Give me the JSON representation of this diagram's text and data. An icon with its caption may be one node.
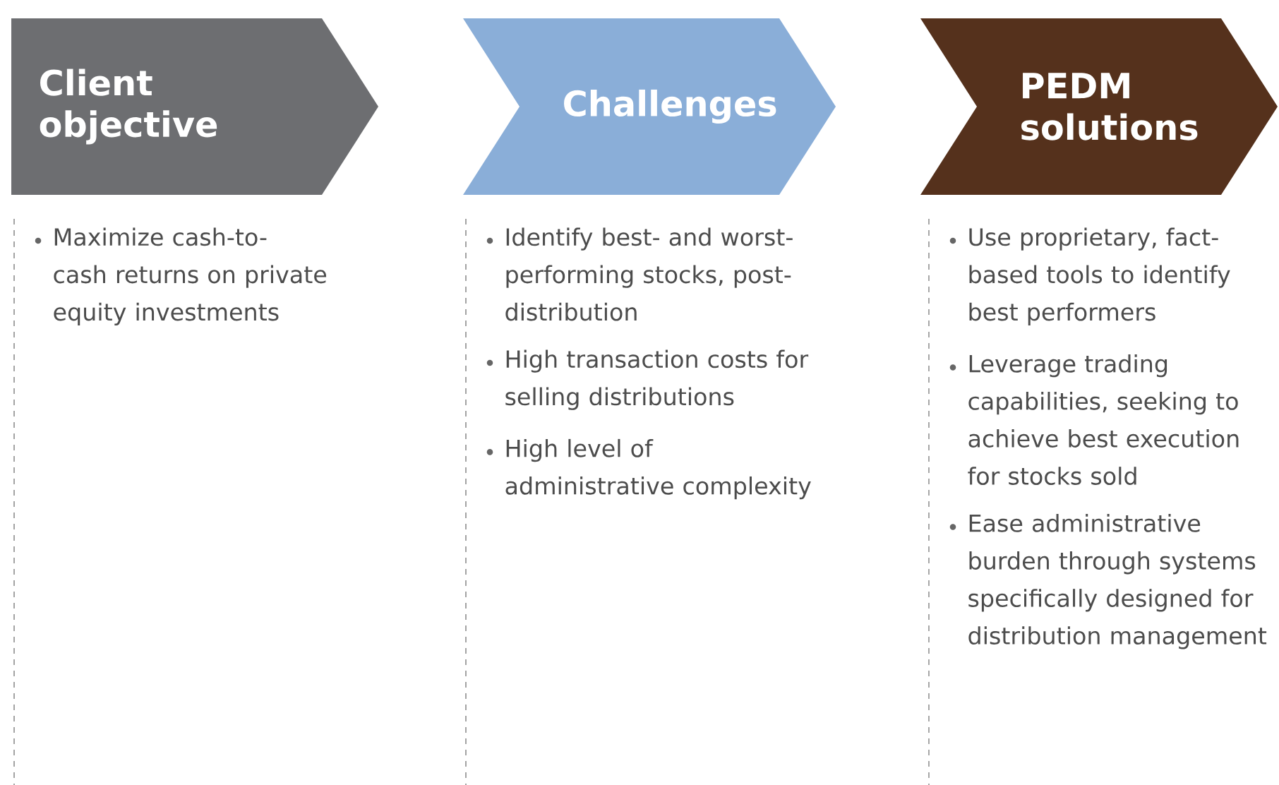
{
  "diagram": {
    "nodes": [
      {
        "text": [
          "Client objective"
        ],
        "beside": [
          "Maximize cash-to-cash returns on private equity investments"
        ]
      },
      {
        "text": [
          "Challenges"
        ],
        "beside": [
          "Identify best- and worst-performing stocks, post-distribution",
          "High transaction costs for selling distributions",
          "High level of administrative complexity"
        ]
      },
      {
        "text": [
          "PEDM solutions"
        ],
        "beside": [
          "Use proprietary, fact-based tools to identify best performers",
          "Leverage trading capabilities, seeking to achieve best execution for stocks sold",
          "Ease administrative burden through systems specifically designed for distribution management"
        ]
      }
    ],
    "edges": []
  }
}
